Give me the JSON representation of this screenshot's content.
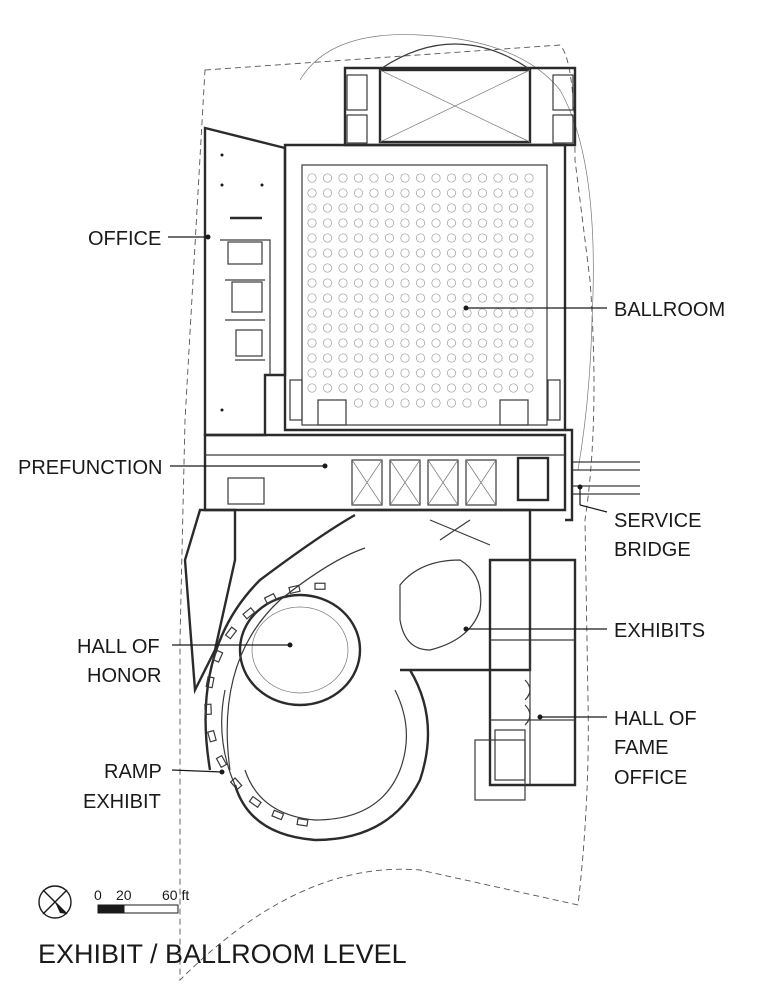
{
  "title": "EXHIBIT / BALLROOM LEVEL",
  "labels": {
    "office": "OFFICE",
    "ballroom": "BALLROOM",
    "prefunction": "PREFUNCTION",
    "service_bridge_1": "SERVICE",
    "service_bridge_2": "BRIDGE",
    "exhibits": "EXHIBITS",
    "hall_of_honor_1": "HALL OF",
    "hall_of_honor_2": "HONOR",
    "hall_of_fame_office_1": "HALL OF",
    "hall_of_fame_office_2": "FAME",
    "hall_of_fame_office_3": "OFFICE",
    "ramp_exhibit_1": "RAMP",
    "ramp_exhibit_2": "EXHIBIT"
  },
  "scale_bar": {
    "tick_0": "0",
    "tick_20": "20",
    "tick_60": "60 ft"
  },
  "north_arrow_icon": "north-arrow-icon"
}
